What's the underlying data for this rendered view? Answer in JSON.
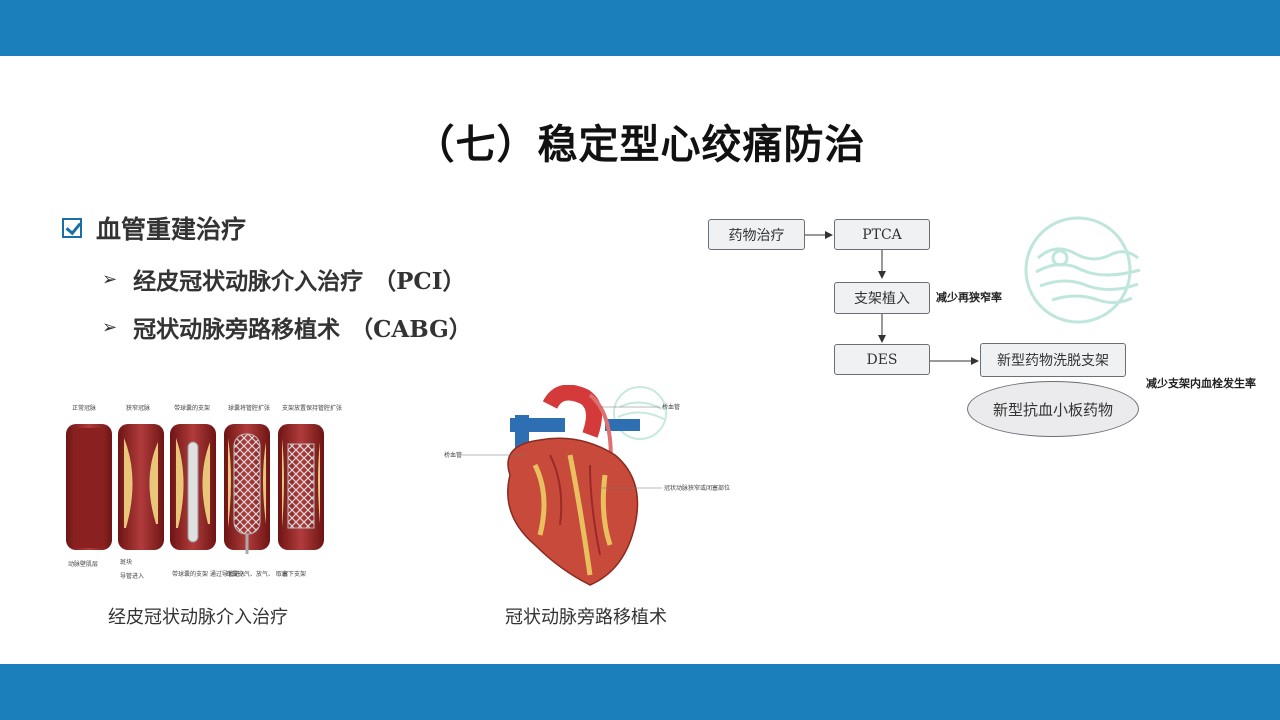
{
  "colors": {
    "header_bar": "#1b7fbc",
    "footer_bar": "#1b7fbc",
    "check_blue": "#1b6fa8"
  },
  "title": "（七）稳定型心绞痛防治",
  "bullets": {
    "main": "血管重建治疗",
    "items": [
      {
        "text": "经皮冠状动脉介入治疗",
        "abbr": "（PCI）"
      },
      {
        "text": "冠状动脉旁路移植术",
        "abbr": "（CABG）"
      }
    ]
  },
  "flowchart": {
    "nodes": {
      "drug": "药物治疗",
      "ptca": "PTCA",
      "stent": "支架植入",
      "des": "DES",
      "new_des": "新型药物洗脱支架",
      "antiplatelet": "新型抗血小板药物"
    },
    "notes": {
      "restenosis": "减少再狭窄率",
      "thrombosis": "减少支架内血栓发生率"
    }
  },
  "stent_figure": {
    "headers": [
      "正常冠脉",
      "狭窄冠脉",
      "带球囊的支架",
      "球囊将管腔扩张",
      "支架放置保持管腔扩张"
    ],
    "labels": [
      "动脉壁肌层",
      "斑块",
      "导管进入",
      "带球囊的支架\n通过导管进入",
      "球囊充气、放气、\n取出",
      "留下支架"
    ]
  },
  "heart_figure": {
    "labels": [
      "桥血管",
      "桥血管",
      "冠状动脉狭窄或闭塞部位"
    ]
  },
  "captions": {
    "pci": "经皮冠状动脉介入治疗",
    "cabg": "冠状动脉旁路移植术"
  }
}
